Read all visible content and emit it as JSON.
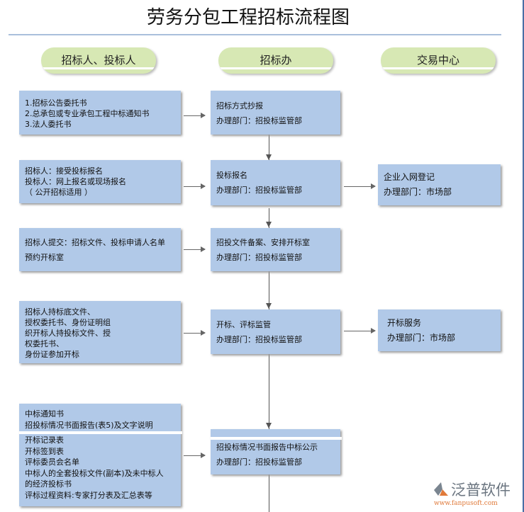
{
  "title": "劳务分包工程招标流程图",
  "lanes": [
    "招标人、投标人",
    "招标办",
    "交易中心"
  ],
  "left": [
    [
      "1.招标公告委托书",
      "2.总承包或专业承包工程中标通知书",
      "3.法人委托书"
    ],
    [
      "招标人：接受投标报名",
      "投标人：网上报名或现场报名",
      "（ 公开招标适用 ）"
    ],
    [
      "招标人提交：招标文件、投标申请人名单",
      "预约开标室"
    ],
    [
      "招标人持标底文件、",
      "授权委托书、身份证明组",
      "织开标人持投标文件、授",
      "权委托书、",
      "身份证参加开标"
    ],
    [
      "中标通知书",
      "招投标情况书面报告(表5)及文字说明",
      "开标记录表",
      "开标签到表",
      "评标委员会名单",
      "中标人的全套投标文件(副本)及未中标人",
      "的经济投标书",
      "评标过程资料:专家打分表及汇总表等"
    ]
  ],
  "middle": [
    {
      "name": "招标方式抄报",
      "dept": "办理部门：招投标监管部"
    },
    {
      "name": "投标报名",
      "dept": "办理部门：招投标监管部"
    },
    {
      "name": "招投文件备案、安排开标室",
      "dept": "办理部门：招投标监管部"
    },
    {
      "name": "开标、评标监管",
      "dept": "办理部门：招投标监管部"
    },
    {
      "name": "招投标情况书面报告中标公示",
      "dept": "办理部门：招投标监管部"
    }
  ],
  "right": [
    {
      "name": "企业入网登记",
      "dept": "办理部门：市场部"
    },
    {
      "name": "开标服务",
      "dept": "办理部门：市场部"
    }
  ],
  "logo": {
    "name": "泛普软件",
    "url": "www.fanpusoft.com"
  },
  "colors": {
    "box": "#b1c9e8",
    "pill": "#d7e8b4",
    "logo_orange": "#e07a3a",
    "logo_gray": "#7a8590"
  }
}
